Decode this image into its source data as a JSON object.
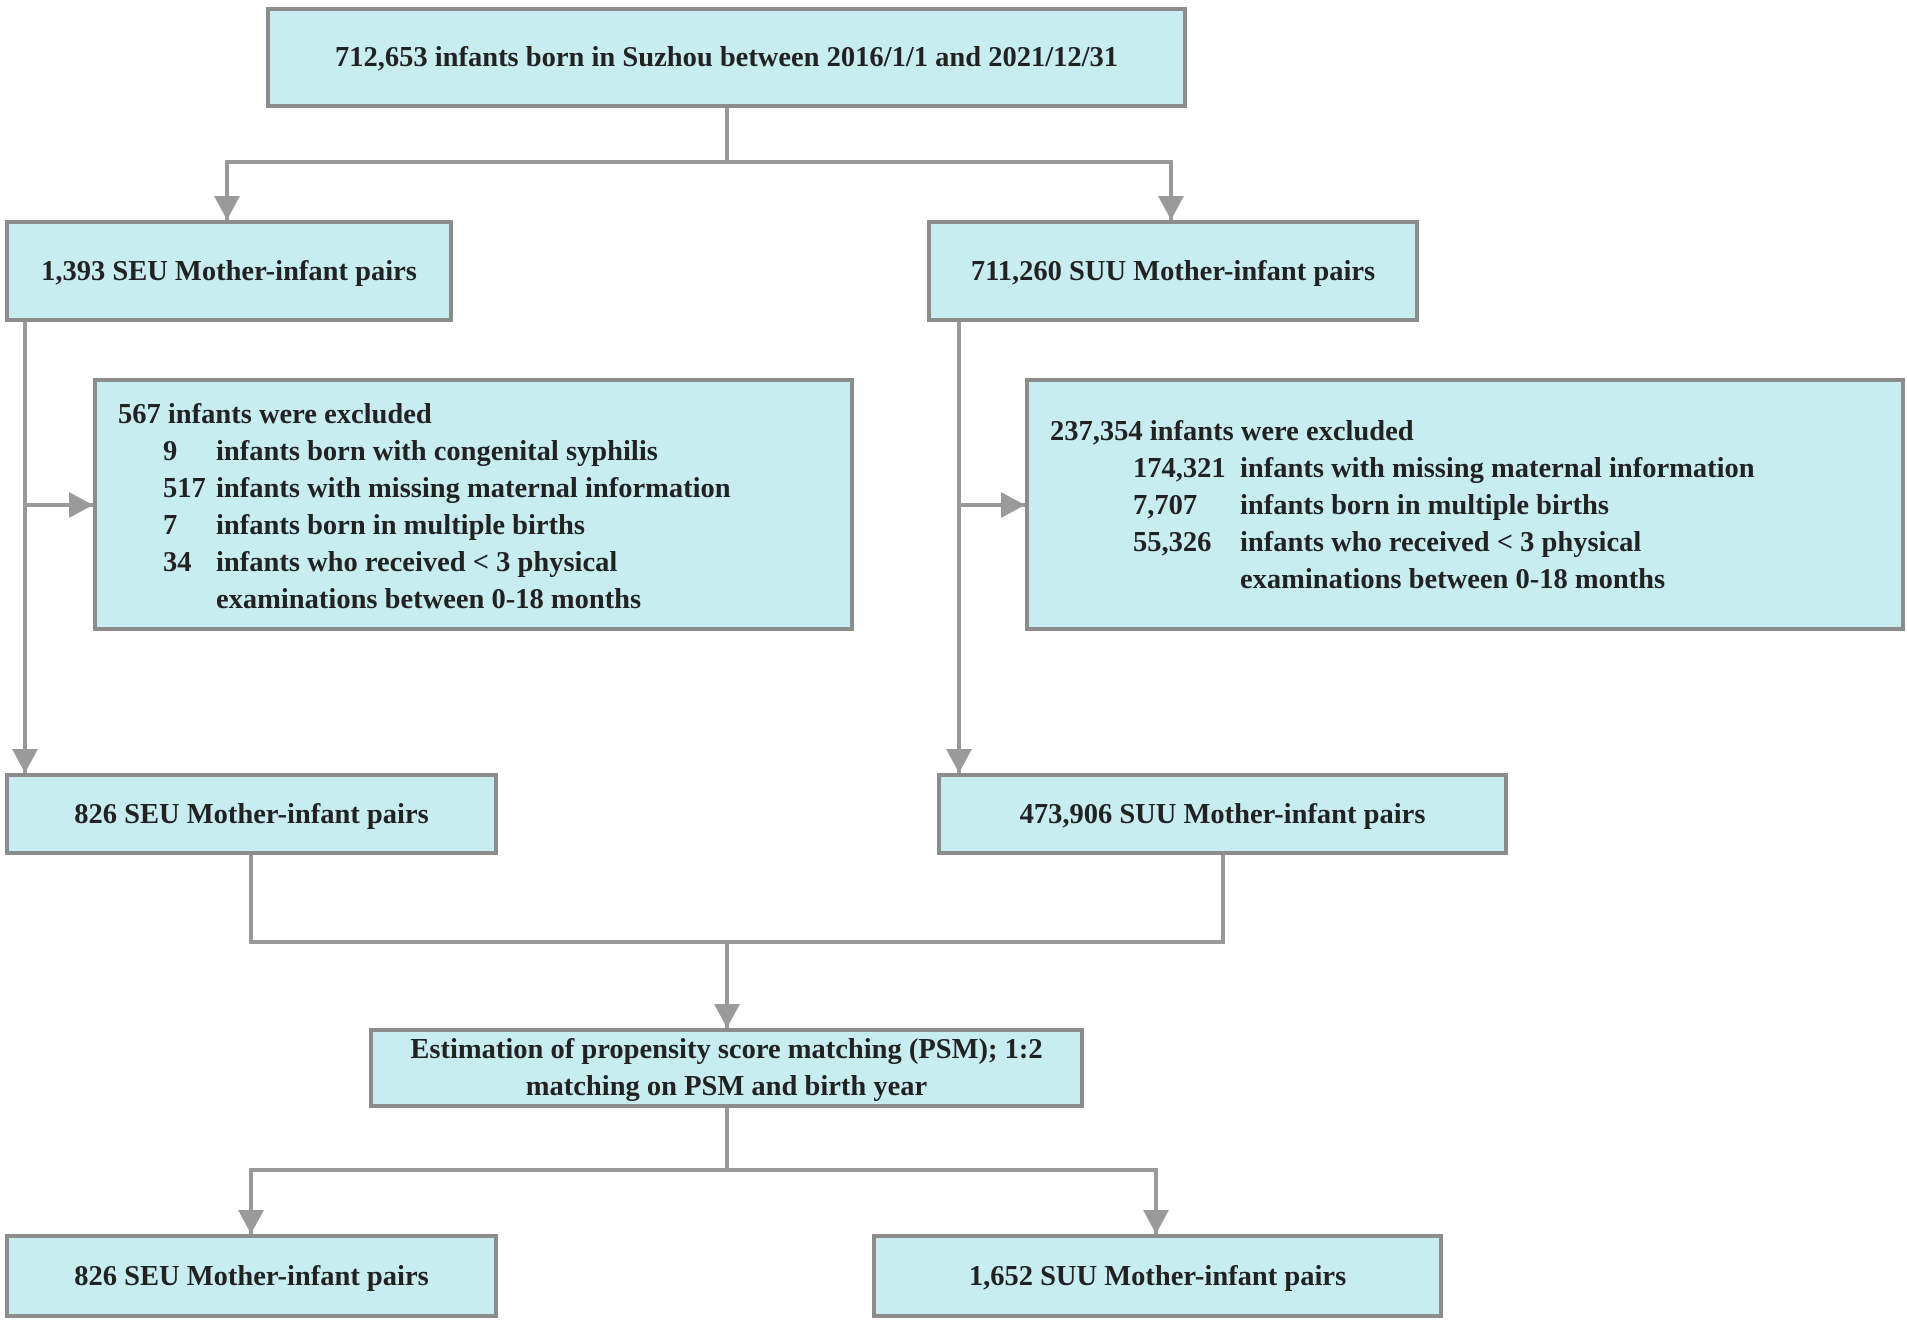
{
  "top": {
    "text": "712,653 infants born in Suzhou between 2016/1/1 and 2021/12/31"
  },
  "seu_initial": {
    "text": "1,393 SEU Mother-infant pairs"
  },
  "suu_initial": {
    "text": "711,260 SUU Mother-infant pairs"
  },
  "seu_excluded": {
    "heading": "567 infants were excluded",
    "items": [
      {
        "count": "9",
        "lines": [
          "infants born with congenital syphilis"
        ]
      },
      {
        "count": "517",
        "lines": [
          "infants with missing maternal information"
        ]
      },
      {
        "count": "7",
        "lines": [
          "infants  born in multiple births"
        ]
      },
      {
        "count": "34",
        "lines": [
          "infants who received < 3 physical",
          "examinations between 0-18 months"
        ]
      }
    ]
  },
  "suu_excluded": {
    "heading": "237,354 infants were excluded",
    "items": [
      {
        "count": "174,321",
        "lines": [
          "infants with missing maternal information"
        ]
      },
      {
        "count": "7,707",
        "lines": [
          "infants  born in multiple births"
        ]
      },
      {
        "count": "55,326",
        "lines": [
          "infants who received < 3 physical",
          "examinations between 0-18 months"
        ]
      }
    ]
  },
  "seu_after": {
    "text": "826 SEU Mother-infant pairs"
  },
  "suu_after": {
    "text": "473,906 SUU Mother-infant pairs"
  },
  "psm": {
    "line1": "Estimation of propensity score matching (PSM); 1:2",
    "line2": "matching on PSM and birth year"
  },
  "seu_final": {
    "text": "826 SEU Mother-infant pairs"
  },
  "suu_final": {
    "text": "1,652 SUU Mother-infant pairs"
  },
  "colors": {
    "box_fill": "#c8edf1",
    "border": "#8c8c8c",
    "connector": "#9a9a9a",
    "text": "#222222"
  }
}
